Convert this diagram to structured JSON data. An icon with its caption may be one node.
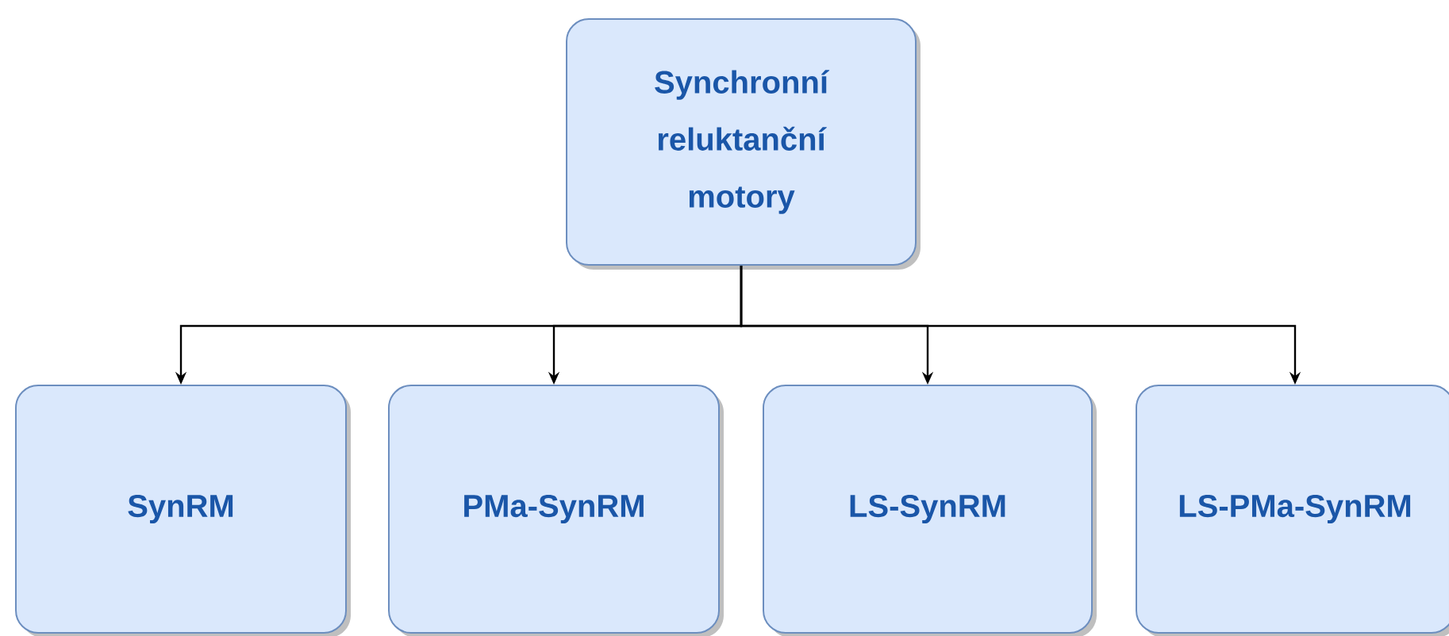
{
  "diagram": {
    "nodes": [
      {
        "text": [
          "Synchronní reluktanční motory"
        ]
      },
      {
        "text": [
          "SynRM"
        ]
      },
      {
        "text": [
          "PMa-SynRM"
        ]
      },
      {
        "text": [
          "LS-SynRM"
        ]
      },
      {
        "text": [
          "LS-PMa-SynRM"
        ]
      }
    ],
    "edges": [
      {
        "from": 0,
        "to": 1,
        "arrow": "to"
      },
      {
        "from": 0,
        "to": 2,
        "arrow": "to"
      },
      {
        "from": 0,
        "to": 3,
        "arrow": "to"
      },
      {
        "from": 0,
        "to": 4,
        "arrow": "to"
      }
    ]
  }
}
